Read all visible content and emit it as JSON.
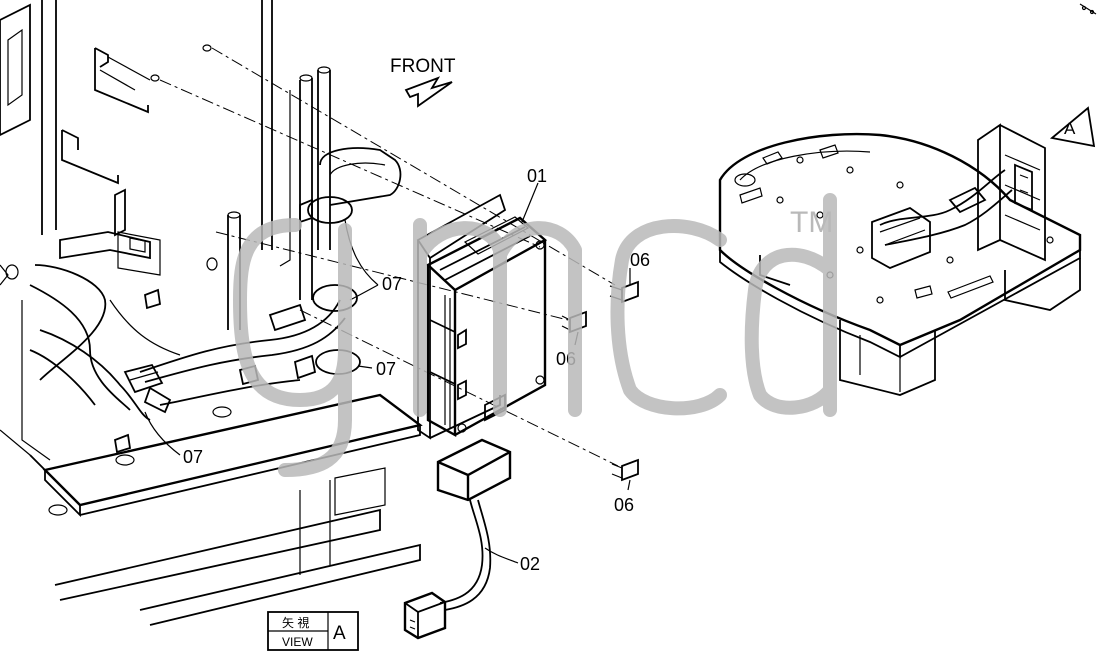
{
  "labels": {
    "front": "FRONT",
    "view_marker": "A",
    "trademark": "TM",
    "view_box_kanji": "矢 視",
    "view_box_text": "VIEW",
    "view_box_letter": "A",
    "callout_01": "01",
    "callout_02": "02",
    "callout_06_a": "06",
    "callout_06_b": "06",
    "callout_06_c": "06",
    "callout_07_a": "07",
    "callout_07_b": "07",
    "callout_07_c": "07"
  }
}
